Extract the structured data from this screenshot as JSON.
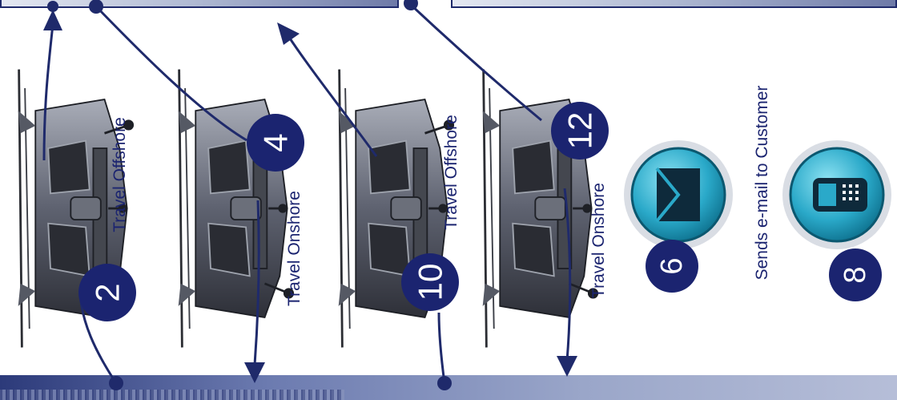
{
  "labels": {
    "travel_offshore_1": "Travel Offshore",
    "travel_onshore_1": "Travel Onshore",
    "travel_offshore_2": "Travel Offshore",
    "travel_onshore_2": "Travel Onshore",
    "sends_email": "Sends e-mail to Customer"
  },
  "steps": {
    "step_2": "2",
    "step_4": "4",
    "step_6": "6",
    "step_8": "8",
    "step_10": "10",
    "step_12": "12"
  },
  "icons": {
    "helicopter": "helicopter-icon",
    "email": "envelope-icon",
    "phone": "mobile-phone-icon"
  },
  "colors": {
    "navy": "#1b2470",
    "arrow": "#1f2a6b",
    "teal": "#2aa9c9"
  }
}
